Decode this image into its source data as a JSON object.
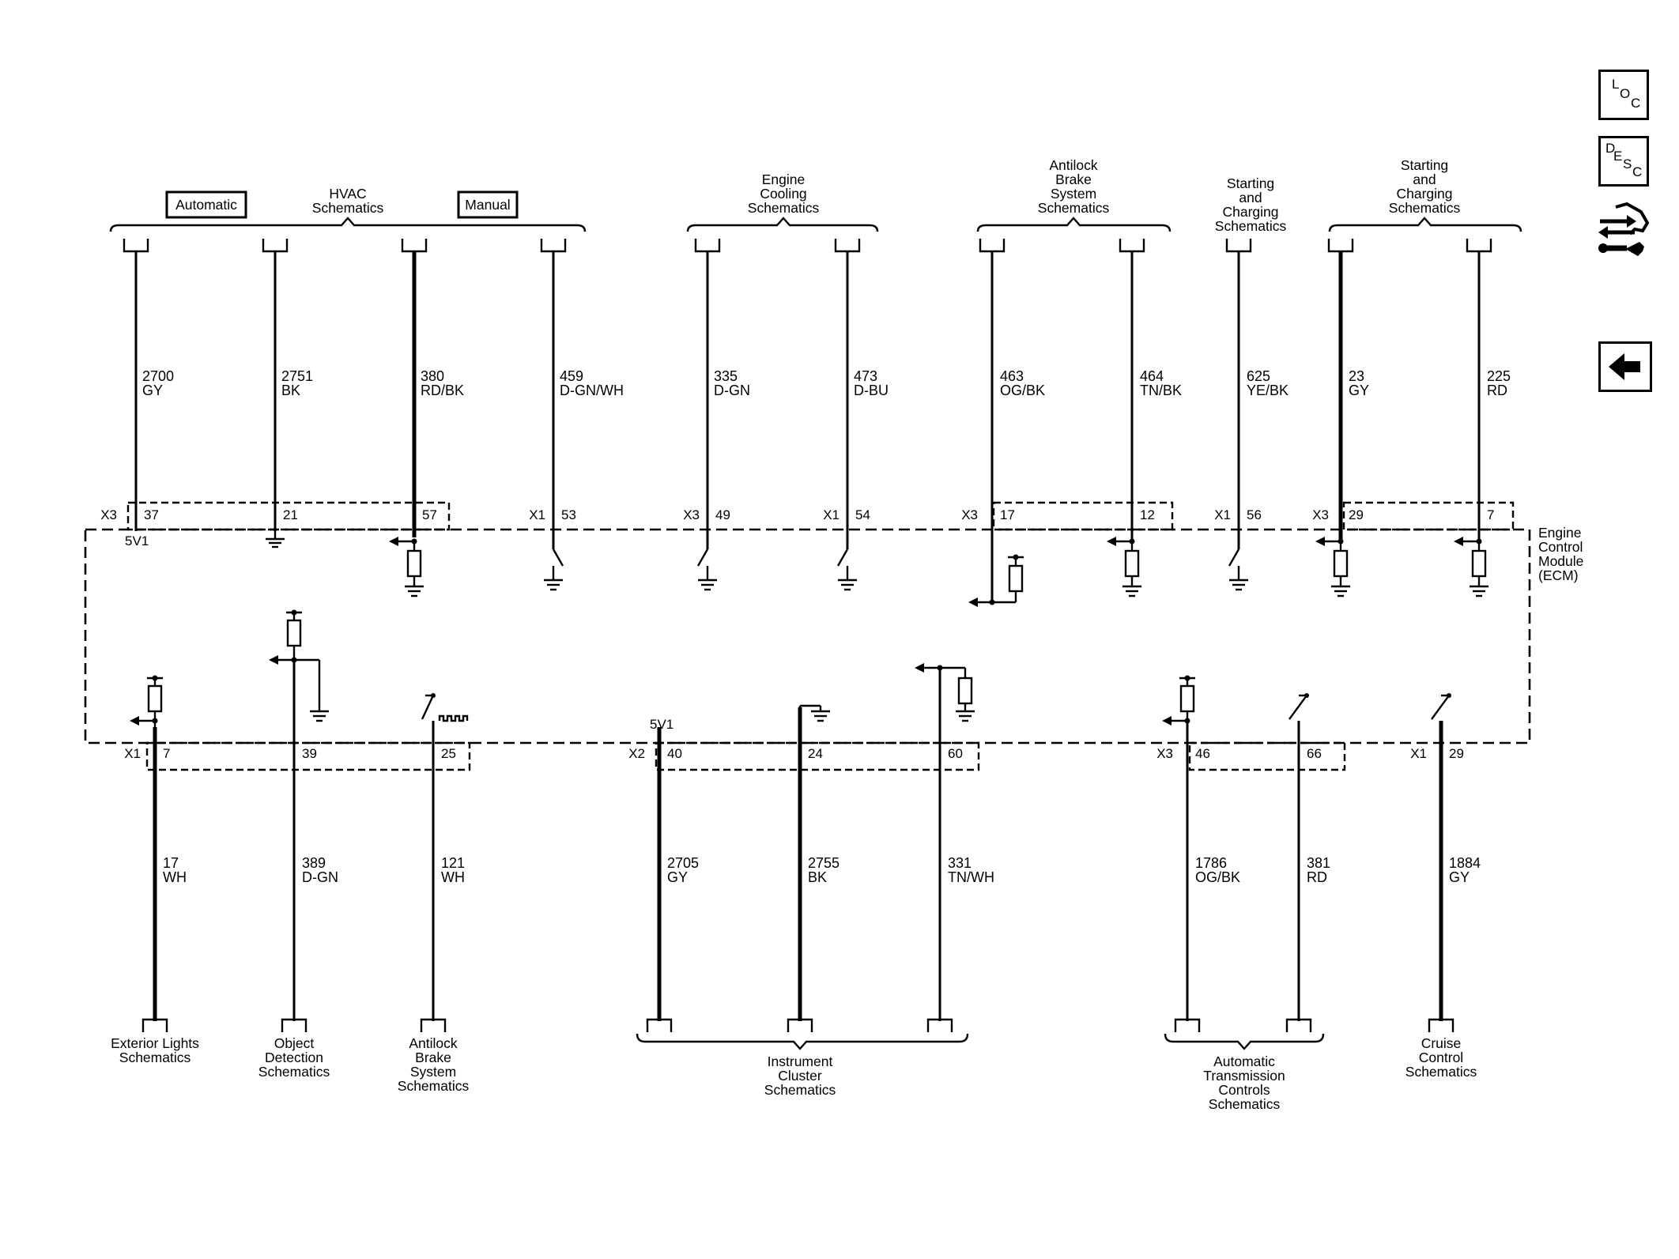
{
  "ecm_label": [
    "Engine",
    "Control",
    "Module",
    "(ECM)"
  ],
  "top_groups": [
    {
      "label": [
        "HVAC",
        "Schematics"
      ],
      "buttons": [
        "Automatic",
        "Manual"
      ]
    },
    {
      "label": [
        "Engine",
        "Cooling",
        "Schematics"
      ]
    },
    {
      "label": [
        "Antilock",
        "Brake",
        "System",
        "Schematics"
      ]
    },
    {
      "label": [
        "Starting",
        "and",
        "Charging",
        "Schematics"
      ]
    },
    {
      "label": [
        "Starting",
        "and",
        "Charging",
        "Schematics"
      ]
    }
  ],
  "top_wires": [
    {
      "circuit": "2700",
      "color": "GY",
      "connector": "X3",
      "pin": "37",
      "extra": "5V1"
    },
    {
      "circuit": "2751",
      "color": "BK",
      "connector": "",
      "pin": "21"
    },
    {
      "circuit": "380",
      "color": "RD/BK",
      "connector": "",
      "pin": "57"
    },
    {
      "circuit": "459",
      "color": "D-GN/WH",
      "connector": "X1",
      "pin": "53"
    },
    {
      "circuit": "335",
      "color": "D-GN",
      "connector": "X3",
      "pin": "49"
    },
    {
      "circuit": "473",
      "color": "D-BU",
      "connector": "X1",
      "pin": "54"
    },
    {
      "circuit": "463",
      "color": "OG/BK",
      "connector": "X3",
      "pin": "17"
    },
    {
      "circuit": "464",
      "color": "TN/BK",
      "connector": "",
      "pin": "12"
    },
    {
      "circuit": "625",
      "color": "YE/BK",
      "connector": "X1",
      "pin": "56"
    },
    {
      "circuit": "23",
      "color": "GY",
      "connector": "X3",
      "pin": "29"
    },
    {
      "circuit": "225",
      "color": "RD",
      "connector": "",
      "pin": "7"
    }
  ],
  "bottom_wires": [
    {
      "circuit": "17",
      "color": "WH",
      "connector": "X1",
      "pin": "7"
    },
    {
      "circuit": "389",
      "color": "D-GN",
      "connector": "",
      "pin": "39"
    },
    {
      "circuit": "121",
      "color": "WH",
      "connector": "",
      "pin": "25"
    },
    {
      "circuit": "2705",
      "color": "GY",
      "connector": "X2",
      "pin": "40",
      "extra": "5V1"
    },
    {
      "circuit": "2755",
      "color": "BK",
      "connector": "",
      "pin": "24"
    },
    {
      "circuit": "331",
      "color": "TN/WH",
      "connector": "",
      "pin": "60"
    },
    {
      "circuit": "1786",
      "color": "OG/BK",
      "connector": "X3",
      "pin": "46"
    },
    {
      "circuit": "381",
      "color": "RD",
      "connector": "",
      "pin": "66"
    },
    {
      "circuit": "1884",
      "color": "GY",
      "connector": "X1",
      "pin": "29"
    }
  ],
  "bottom_groups": [
    {
      "label": [
        "Exterior Lights",
        "Schematics"
      ]
    },
    {
      "label": [
        "Object",
        "Detection",
        "Schematics"
      ]
    },
    {
      "label": [
        "Antilock",
        "Brake",
        "System",
        "Schematics"
      ]
    },
    {
      "label": [
        "Instrument",
        "Cluster",
        "Schematics"
      ]
    },
    {
      "label": [
        "Automatic",
        "Transmission",
        "Controls",
        "Schematics"
      ]
    },
    {
      "label": [
        "Cruise",
        "Control",
        "Schematics"
      ]
    }
  ],
  "sidebar": {
    "loc": [
      "L",
      "O",
      "C"
    ],
    "desc": [
      "D",
      "E",
      "S",
      "C"
    ],
    "connector_icon": "connector-wrench-icon",
    "back_icon": "back-arrow-icon"
  }
}
